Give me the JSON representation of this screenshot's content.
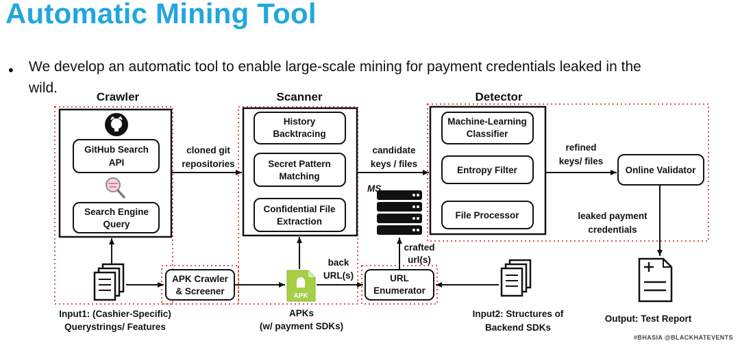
{
  "slide": {
    "title": "Automatic Mining Tool",
    "bullet_line1": "We develop an automatic tool to enable large-scale mining for payment credentials leaked in the",
    "bullet_line2": "wild.",
    "footer": "#BHASIA   @BLACKHATEVENTS"
  },
  "diagram": {
    "crawler": {
      "heading": "Crawler",
      "github_box": [
        "GitHub Search",
        "API"
      ],
      "search_box": [
        "Search Engine",
        "Query"
      ]
    },
    "scanner": {
      "heading": "Scanner",
      "history_box": [
        "History",
        "Backtracing"
      ],
      "secret_box": [
        "Secret Pattern",
        "Matching"
      ],
      "confidential_box": [
        "Confidential File",
        "Extraction"
      ]
    },
    "detector": {
      "heading": "Detector",
      "ml_box": [
        "Machine-Learning",
        "Classifier"
      ],
      "entropy_box": [
        "Entropy Filter"
      ],
      "file_box": [
        "File Processor"
      ]
    },
    "online_validator": [
      "Online Validator"
    ],
    "apk_crawler": [
      "APK Crawler",
      "& Screener"
    ],
    "url_enumerator": [
      "URL",
      "Enumerator"
    ],
    "labels": {
      "cloned_git": [
        "cloned git",
        "repositories"
      ],
      "candidate": [
        "candidate",
        "keys / files"
      ],
      "refined": [
        "refined",
        "keys/ files"
      ],
      "leaked": [
        "leaked payment",
        "credentials"
      ],
      "crafted": [
        "crafted",
        "url(s)"
      ],
      "back_url": [
        "back",
        "URL(s)"
      ],
      "ms": "MS",
      "apk_icon": "APK"
    },
    "io": {
      "input1": [
        "Input1: (Cashier-Specific)",
        "Querystrings/ Features"
      ],
      "apks": [
        "APKs",
        "(w/ payment SDKs)"
      ],
      "input2": [
        "Input2: Structures of",
        "Backend SDKs"
      ],
      "output": "Output: Test Report"
    }
  }
}
